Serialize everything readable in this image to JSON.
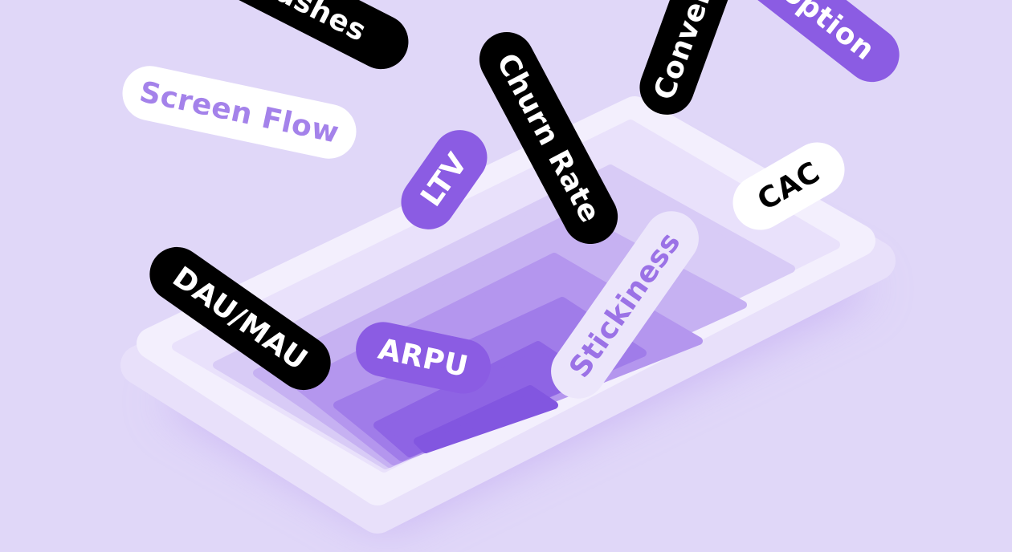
{
  "colors": {
    "background": "#e0d7f8",
    "accent": "#8b5ce3",
    "dark": "#000000",
    "light": "#ffffff"
  },
  "illustration": "phone-icon",
  "tags": [
    {
      "label": "Crashes",
      "style": "black"
    },
    {
      "label": "Conversion",
      "style": "black"
    },
    {
      "label": "Adoption",
      "style": "purple"
    },
    {
      "label": "Screen Flow",
      "style": "white-purple"
    },
    {
      "label": "Churn Rate",
      "style": "black"
    },
    {
      "label": "LTV",
      "style": "purple"
    },
    {
      "label": "CAC",
      "style": "white"
    },
    {
      "label": "DAU/MAU",
      "style": "black"
    },
    {
      "label": "ARPU",
      "style": "purple"
    },
    {
      "label": "Stickiness",
      "style": "lavender"
    }
  ]
}
